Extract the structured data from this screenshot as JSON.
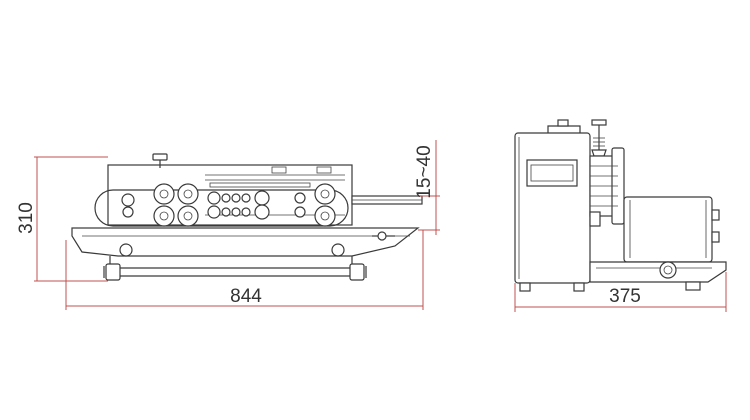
{
  "dimensions": {
    "height_label": "310",
    "length_label": "844",
    "gap_label": "15~40",
    "depth_label": "375"
  },
  "colors": {
    "dimension_line": "#c0504d",
    "machine_line": "#3a3a3a",
    "background": "#ffffff"
  }
}
